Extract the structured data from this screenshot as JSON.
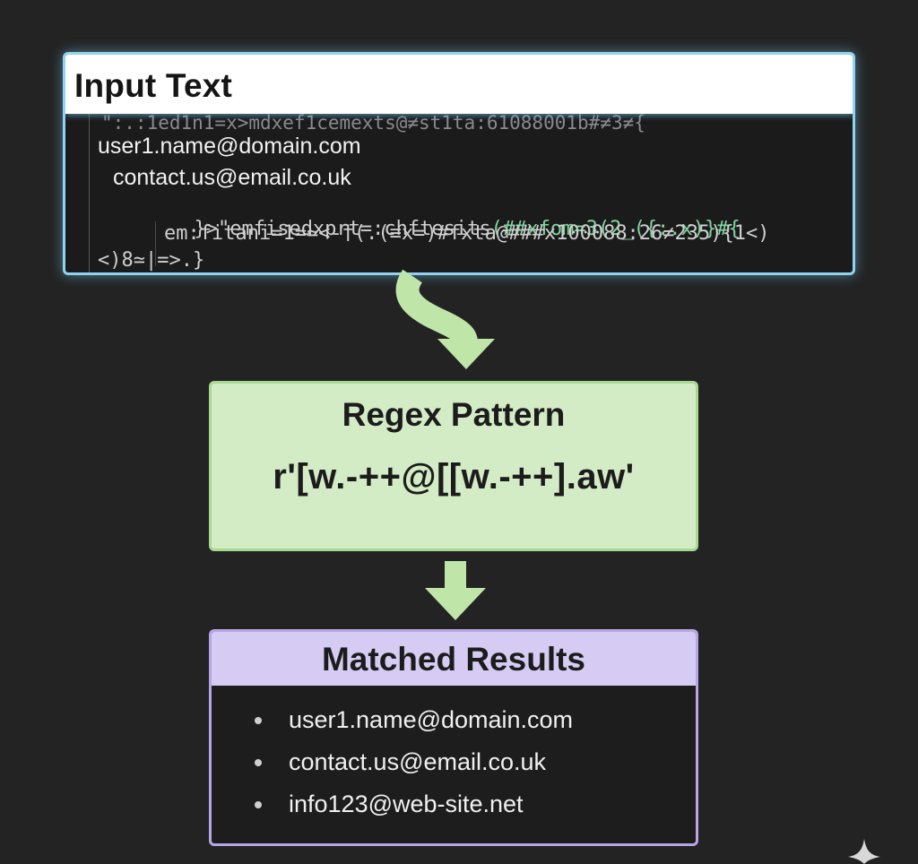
{
  "input_panel": {
    "title": "Input Text",
    "lines": {
      "l0": "\":.:1ed1n1=x>mdxef1cemexts@≠st1ta:61088001b#≠3≠{",
      "l1": "user1.name@domain.com",
      "l2": "contact.us@email.co.uk",
      "l3a": "}>\"emfisedxprt=:chftesits",
      "l3b": "(##xfom=3(2_({:.x)}#{",
      "l4": "em:fitani=1=≃<-†(.(≡x=)#fxta@###x100088:26≠235){1<)",
      "l5": "<)8≃|=>.}"
    }
  },
  "regex_panel": {
    "title": "Regex Pattern",
    "pattern": "r'[w.-++@[[w.-++].aw'"
  },
  "results_panel": {
    "title": "Matched Results",
    "items": [
      "user1.name@domain.com",
      "contact.us@email.co.uk",
      "info123@web-site.net"
    ]
  },
  "colors": {
    "background": "#232323",
    "input_border": "#8fd3ef",
    "regex_fill": "#d4ecc6",
    "regex_border": "#a8d991",
    "results_border": "#b6a6e6",
    "results_header": "#d6ccf3",
    "arrow": "#bfe6a8"
  }
}
